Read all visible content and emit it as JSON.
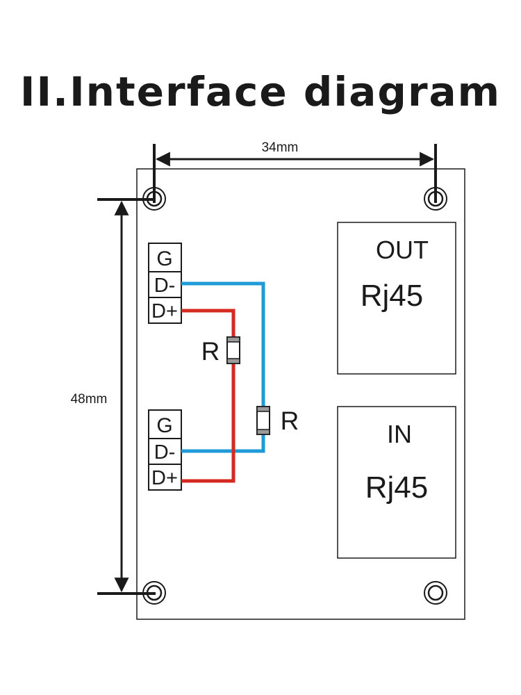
{
  "title": "II.Interface diagram",
  "dimensions": {
    "width_label": "34mm",
    "height_label": "48mm"
  },
  "terminals": {
    "upper": [
      "G",
      "D-",
      "D+"
    ],
    "lower": [
      "G",
      "D-",
      "D+"
    ]
  },
  "resistors": {
    "red_line_label": "R",
    "blue_line_label": "R"
  },
  "ports": {
    "out": {
      "name": "OUT",
      "type": "Rj45"
    },
    "in": {
      "name": "IN",
      "type": "Rj45"
    }
  },
  "colors": {
    "wire_d_minus": "#1f9ad6",
    "wire_d_plus": "#d42a20",
    "outline": "#1a1a1a"
  }
}
